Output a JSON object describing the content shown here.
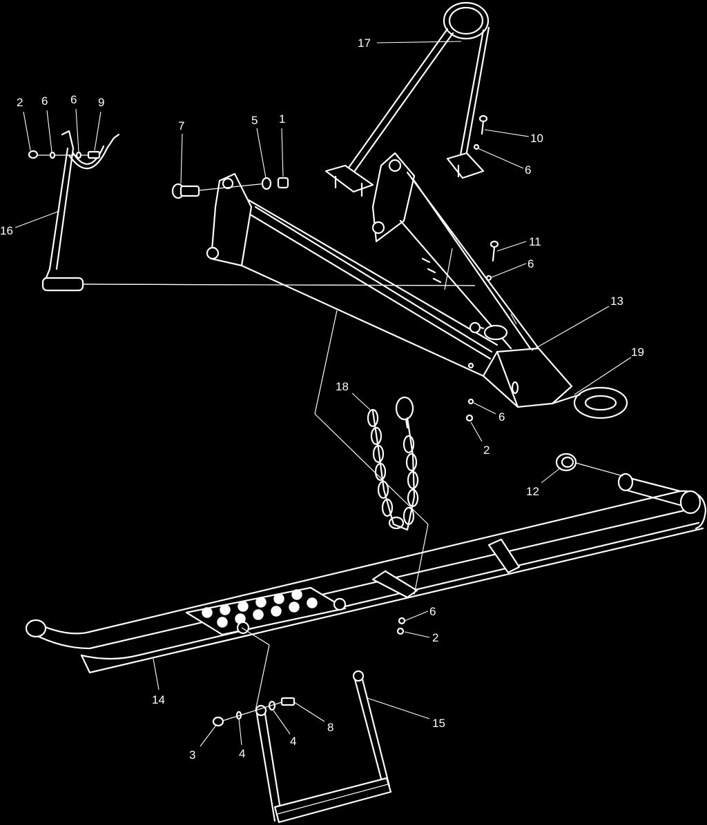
{
  "colors": {
    "background": "#000000",
    "linework": "#ffffff"
  },
  "callouts": {
    "c17": "17",
    "c2_top": "2",
    "c6_top_a": "6",
    "c6_top_b": "6",
    "c9": "9",
    "c7": "7",
    "c5": "5",
    "c1": "1",
    "c10": "10",
    "c6_right": "6",
    "c16": "16",
    "c11": "11",
    "c6_mid": "6",
    "c13": "13",
    "c19": "19",
    "c18": "18",
    "c6_low": "6",
    "c2_low": "2",
    "c12": "12",
    "c6_bottom": "6",
    "c2_bottom": "2",
    "c14": "14",
    "c15": "15",
    "c3": "3",
    "c4_a": "4",
    "c4_b": "4",
    "c8": "8"
  }
}
